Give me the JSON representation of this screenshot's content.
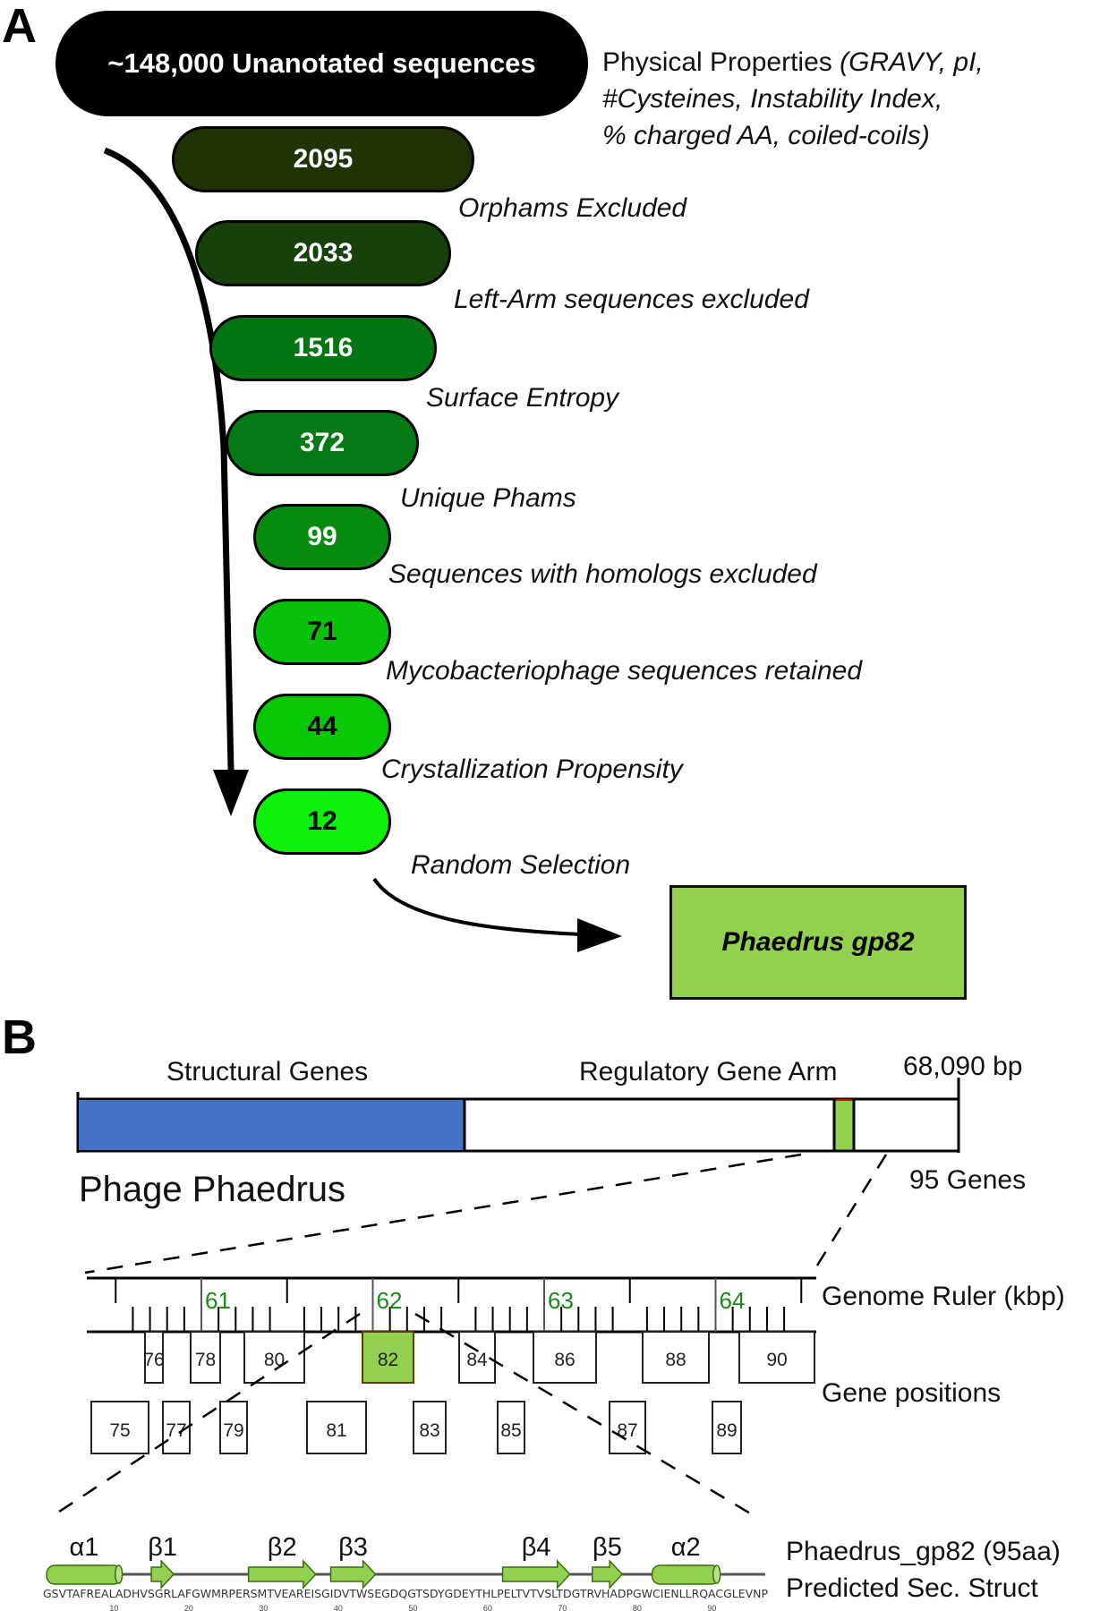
{
  "panel_a": {
    "letter": "A",
    "top_node": "~148,000 Unanotated sequences",
    "physical_properties": {
      "lead": "Physical Properties ",
      "line1_italic": "(GRAVY, pI,",
      "line2": "#Cysteines, Instability Index,",
      "line3": "% charged AA, coiled-coils)"
    },
    "funnel_steps": [
      {
        "count": "2095",
        "filter_after": "Orphams Excluded",
        "fill": "#1f3305",
        "text_color": "#ffffff"
      },
      {
        "count": "2033",
        "filter_after": "Left-Arm sequences excluded",
        "fill": "#16420a",
        "text_color": "#ffffff"
      },
      {
        "count": "1516",
        "filter_after": "Surface Entropy",
        "fill": "#037513",
        "text_color": "#ffffff"
      },
      {
        "count": "372",
        "filter_after": "Unique Phams",
        "fill": "#037a13",
        "text_color": "#ffffff"
      },
      {
        "count": "99",
        "filter_after": "Sequences with homologs excluded",
        "fill": "#058c10",
        "text_color": "#ffffff"
      },
      {
        "count": "71",
        "filter_after": "Mycobacteriophage sequences retained",
        "fill": "#08c10a",
        "text_color": "#000000"
      },
      {
        "count": "44",
        "filter_after": "Crystallization Propensity",
        "fill": "#07c707",
        "text_color": "#000000"
      },
      {
        "count": "12",
        "filter_after": "Random Selection",
        "fill": "#0cf00a",
        "text_color": "#000000"
      }
    ],
    "result": "Phaedrus gp82",
    "result_fill": "#92d050"
  },
  "panel_b": {
    "letter": "B",
    "genome_title": "Phage Phaedrus",
    "region_structural": "Structural Genes",
    "region_regulatory": "Regulatory Gene Arm",
    "genome_length": "68,090 bp",
    "gene_count": "95 Genes",
    "structural_color": "#4472c4",
    "highlight_color": "#92d050",
    "ruler_label": "Genome Ruler (kbp)",
    "ruler_ticks": [
      "61",
      "62",
      "63",
      "64"
    ],
    "ruler_tick_color": "#1a8a1a",
    "gene_positions_label": "Gene positions",
    "genes_top_row": [
      "76",
      "78",
      "80",
      "82",
      "84",
      "86",
      "88",
      "90"
    ],
    "genes_bottom_row": [
      "75",
      "77",
      "79",
      "81",
      "83",
      "85",
      "87",
      "89"
    ],
    "highlighted_gene": "82",
    "protein_label": "Phaedrus_gp82 (95aa)",
    "sec_struct_label": "Predicted Sec. Struct",
    "sequence": "GSVTAFREALADHVSGRLAFGWMRPERSMTVEAREISGIDVTWSEGDQGTSDYGDEYTHLPELTVTVSLTDGTRVHADPGWCIENLLRQACGLEVNP",
    "residue_ticks": [
      "10",
      "20",
      "30",
      "40",
      "50",
      "60",
      "70",
      "80",
      "90"
    ],
    "secondary_structure": [
      {
        "label": "α1",
        "type": "helix"
      },
      {
        "label": "β1",
        "type": "strand"
      },
      {
        "label": "β2",
        "type": "strand"
      },
      {
        "label": "β3",
        "type": "strand"
      },
      {
        "label": "β4",
        "type": "strand"
      },
      {
        "label": "β5",
        "type": "strand"
      },
      {
        "label": "α2",
        "type": "helix"
      }
    ]
  }
}
